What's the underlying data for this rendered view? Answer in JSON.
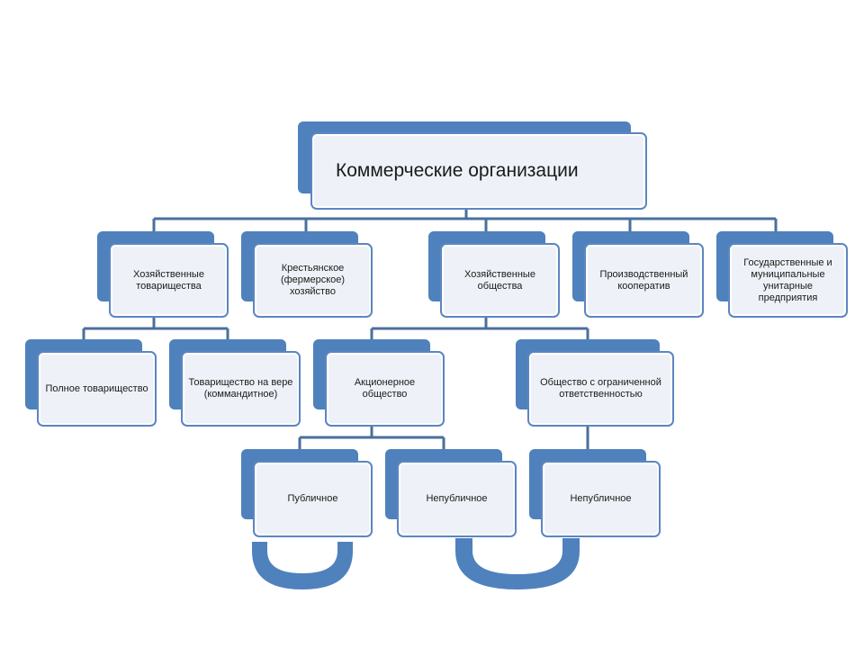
{
  "diagram": {
    "root": "Коммерческие организации",
    "level1": [
      "Хозяйственные товарищества",
      "Крестьянское (фермерское) хозяйство",
      "Хозяйственные общества",
      "Производственный кооператив",
      "Государственные и муниципальные унитарные предприятия"
    ],
    "partnerships": [
      "Полное товарищество",
      "Товарищество на вере (коммандитное)"
    ],
    "societies": [
      "Акционерное общество",
      "Общество с ограниченной ответственностью"
    ],
    "jsc_types": [
      "Публичное",
      "Непубличное"
    ],
    "llc_types": [
      "Непубличное"
    ]
  },
  "colors": {
    "accent": "#4f81bd",
    "box_fill": "#eef2f8",
    "box_border": "#5b86c2",
    "connector": "#4a6f9c"
  }
}
